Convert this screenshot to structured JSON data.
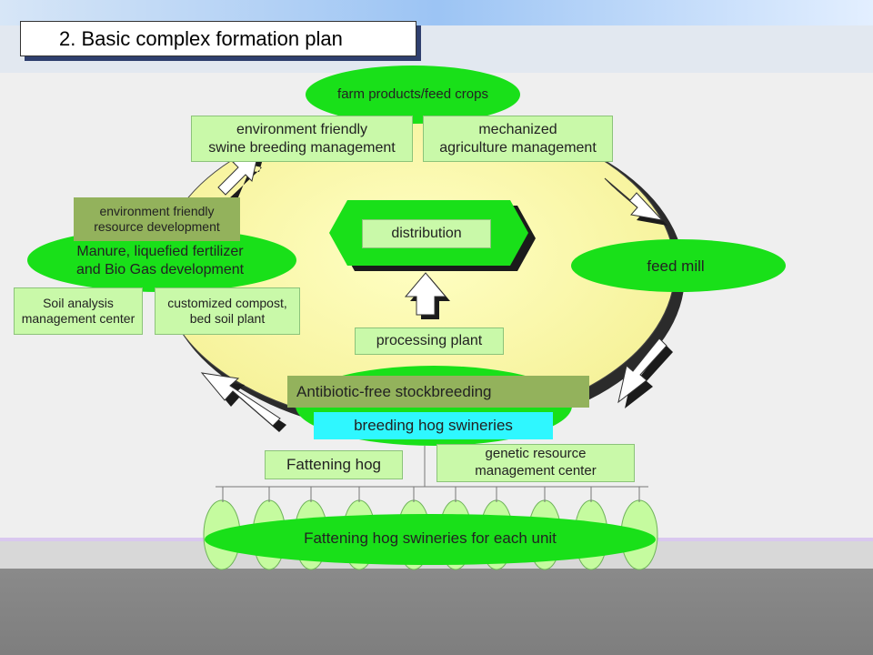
{
  "title": "2. Basic complex formation plan",
  "nodes": {
    "farm_products": "farm products/feed crops",
    "env_swine": "environment friendly\nswine breeding management",
    "mech_agri": "mechanized\nagriculture management",
    "env_resource": "environment friendly\nresource development",
    "manure": "Manure, liquefied fertilizer\nand Bio Gas development",
    "soil_analysis": "Soil analysis\nmanagement center",
    "compost": "customized compost,\nbed soil plant",
    "distribution": "distribution",
    "feed_mill": "feed mill",
    "processing": "processing plant",
    "antibiotic": "Antibiotic-free stockbreeding",
    "breeding": "breeding hog swineries",
    "fattening_hog": "Fattening hog",
    "genetic": "genetic resource\nmanagement center",
    "fattening_units": "Fattening hog swineries for each unit"
  },
  "colors": {
    "green": "#19e019",
    "light_green_box": "#c9f9a9",
    "olive": "#93b25c",
    "cyan": "#2ff7ff",
    "pale_yellow": "#ffffb8",
    "title_shadow": "#2f3f6e"
  }
}
